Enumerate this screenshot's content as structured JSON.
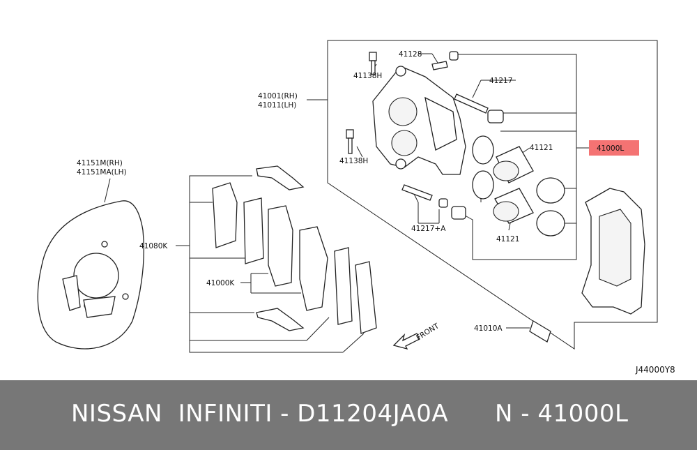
{
  "labels": {
    "l41128": "41128",
    "l41138h_top": "41138H",
    "l41217": "41217",
    "l41001": "41001(RH)",
    "l41011": "41011(LH)",
    "l41121_top": "41121",
    "l41000l": "41000L",
    "l41138h_bot": "41138H",
    "l41151m": "41151M(RH)",
    "l41151ma": "41151MA(LH)",
    "l41217a": "41217+A",
    "l41121_bot": "41121",
    "l41080k": "41080K",
    "l41000k": "41000K",
    "l41010a": "41010A",
    "front": "FRONT",
    "code": "J44000Y8"
  },
  "footer": {
    "left": "NISSAN  INFINITI - D11204JA0A",
    "right": "N - 41000L"
  },
  "colors": {
    "highlight": "#f25a5a",
    "footer_bg": "#777777"
  }
}
